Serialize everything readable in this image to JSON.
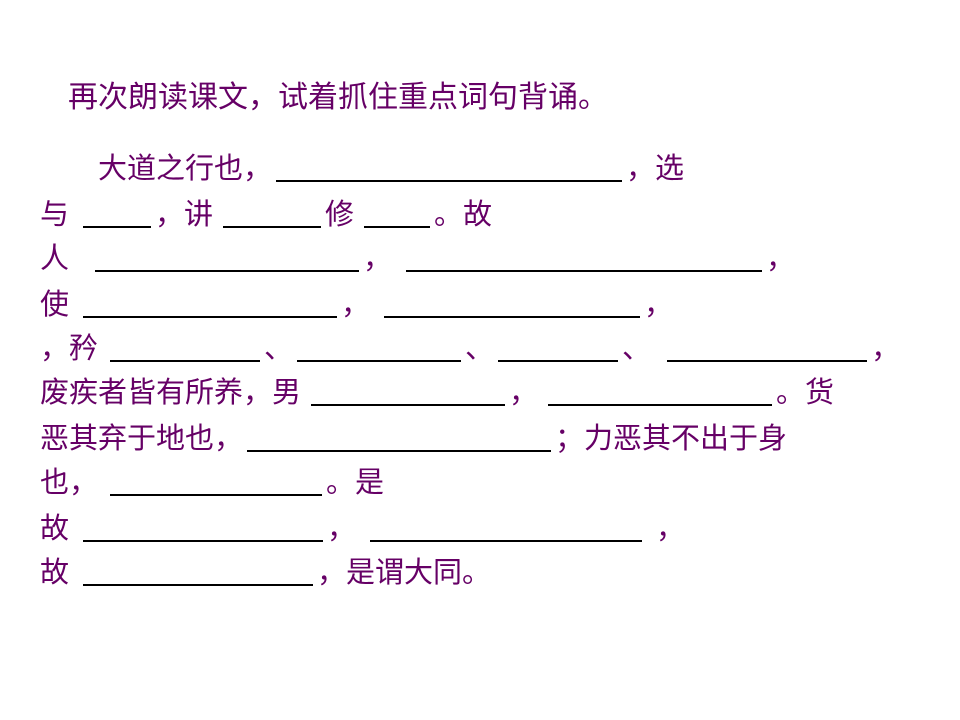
{
  "title": "再次朗读课文，试着抓住重点词句背诵。",
  "lines": [
    {
      "segments": [
        "大道之行也，",
        "，选"
      ]
    },
    {
      "segments": [
        "与",
        "，讲",
        "修",
        "。故"
      ]
    },
    {
      "segments": [
        "人",
        "，",
        "，"
      ]
    },
    {
      "segments": [
        "使",
        "，",
        "，"
      ]
    },
    {
      "segments": [
        "，矜",
        "、",
        "、",
        "、",
        "，"
      ]
    },
    {
      "segments": [
        "废疾者皆有所养，男",
        "，",
        "。货"
      ]
    },
    {
      "segments": [
        "恶其弃于地也，",
        "；力恶其不出于身"
      ]
    },
    {
      "segments": [
        "也，",
        "。是"
      ]
    },
    {
      "segments": [
        "故",
        "，",
        "，"
      ]
    },
    {
      "segments": [
        "故",
        "，是谓大同。"
      ]
    }
  ]
}
